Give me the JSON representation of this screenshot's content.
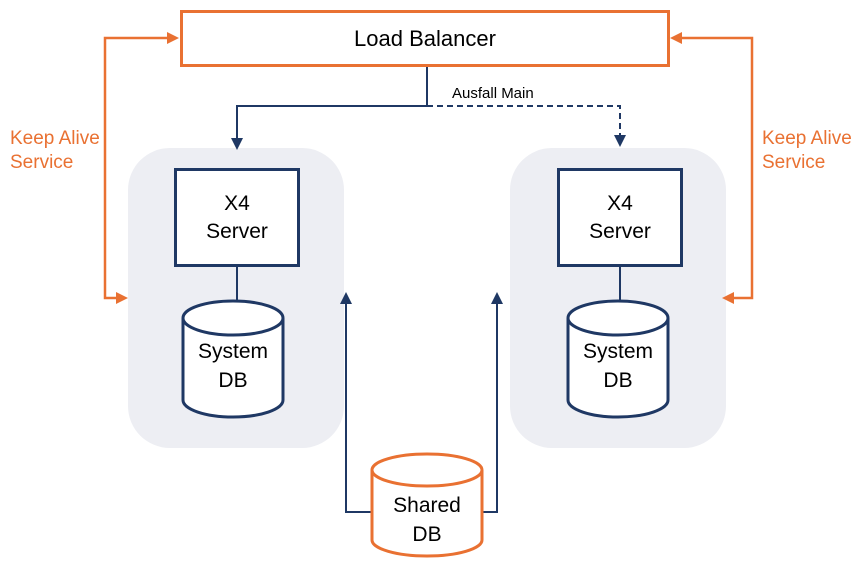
{
  "diagram": {
    "load_balancer": {
      "label": "Load Balancer"
    },
    "left_cluster": {
      "server_label": "X4\nServer",
      "db_label": "System\nDB"
    },
    "right_cluster": {
      "server_label": "X4\nServer",
      "db_label": "System\nDB"
    },
    "shared_db": {
      "label": "Shared\nDB"
    },
    "annotations": {
      "ausfall_main": "Ausfall Main",
      "keep_alive_left": "Keep Alive\nService",
      "keep_alive_right": "Keep Alive\nService"
    },
    "colors": {
      "orange": "#E97132",
      "navy": "#1F3864",
      "container_gray": "#EDEEF3"
    }
  }
}
